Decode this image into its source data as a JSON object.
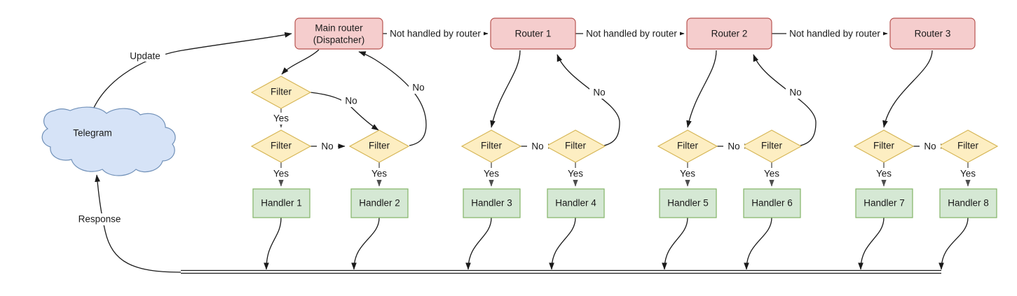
{
  "diagram": {
    "title": "Telegram bot update routing flow",
    "colors": {
      "router_fill": "#f5cdcd",
      "router_stroke": "#b85450",
      "filter_fill": "#fdeec2",
      "filter_stroke": "#d6b656",
      "handler_fill": "#d5e8d4",
      "handler_stroke": "#82b366",
      "cloud_fill": "#d6e3f7",
      "cloud_stroke": "#7090b8",
      "edge": "#1a1a1a",
      "background": "#ffffff"
    },
    "source": {
      "label": "Telegram",
      "shape": "cloud"
    },
    "routers": [
      {
        "id": "main-router",
        "line1": "Main router",
        "line2": "(Dispatcher)"
      },
      {
        "id": "router-1",
        "line1": "Router 1",
        "line2": ""
      },
      {
        "id": "router-2",
        "line1": "Router 2",
        "line2": ""
      },
      {
        "id": "router-3",
        "line1": "Router 3",
        "line2": ""
      }
    ],
    "filters": [
      {
        "id": "filter-a",
        "label": "Filter"
      },
      {
        "id": "filter-1",
        "label": "Filter"
      },
      {
        "id": "filter-2",
        "label": "Filter"
      },
      {
        "id": "filter-3",
        "label": "Filter"
      },
      {
        "id": "filter-4",
        "label": "Filter"
      },
      {
        "id": "filter-5",
        "label": "Filter"
      },
      {
        "id": "filter-6",
        "label": "Filter"
      },
      {
        "id": "filter-7",
        "label": "Filter"
      },
      {
        "id": "filter-8",
        "label": "Filter"
      }
    ],
    "handlers": [
      {
        "id": "handler-1",
        "label": "Handler 1"
      },
      {
        "id": "handler-2",
        "label": "Handler 2"
      },
      {
        "id": "handler-3",
        "label": "Handler 3"
      },
      {
        "id": "handler-4",
        "label": "Handler 4"
      },
      {
        "id": "handler-5",
        "label": "Handler 5"
      },
      {
        "id": "handler-6",
        "label": "Handler 6"
      },
      {
        "id": "handler-7",
        "label": "Handler 7"
      },
      {
        "id": "handler-8",
        "label": "Handler 8"
      }
    ],
    "edge_labels": {
      "update": "Update",
      "response": "Response",
      "not_handled_1": "Not handled by router",
      "not_handled_2": "Not handled by router",
      "not_handled_3": "Not handled by router",
      "yes_1": "Yes",
      "yes_2": "Yes",
      "yes_3": "Yes",
      "yes_4": "Yes",
      "yes_5": "Yes",
      "yes_6": "Yes",
      "yes_7": "Yes",
      "yes_8": "Yes",
      "yes_9": "Yes",
      "no_top_a": "No",
      "no_top_b": "No",
      "no_mid_1": "No",
      "no_r1_back": "No",
      "no_r1_mid": "No",
      "no_r2_back": "No",
      "no_r2_mid": "No",
      "no_r3_mid": "No"
    }
  }
}
